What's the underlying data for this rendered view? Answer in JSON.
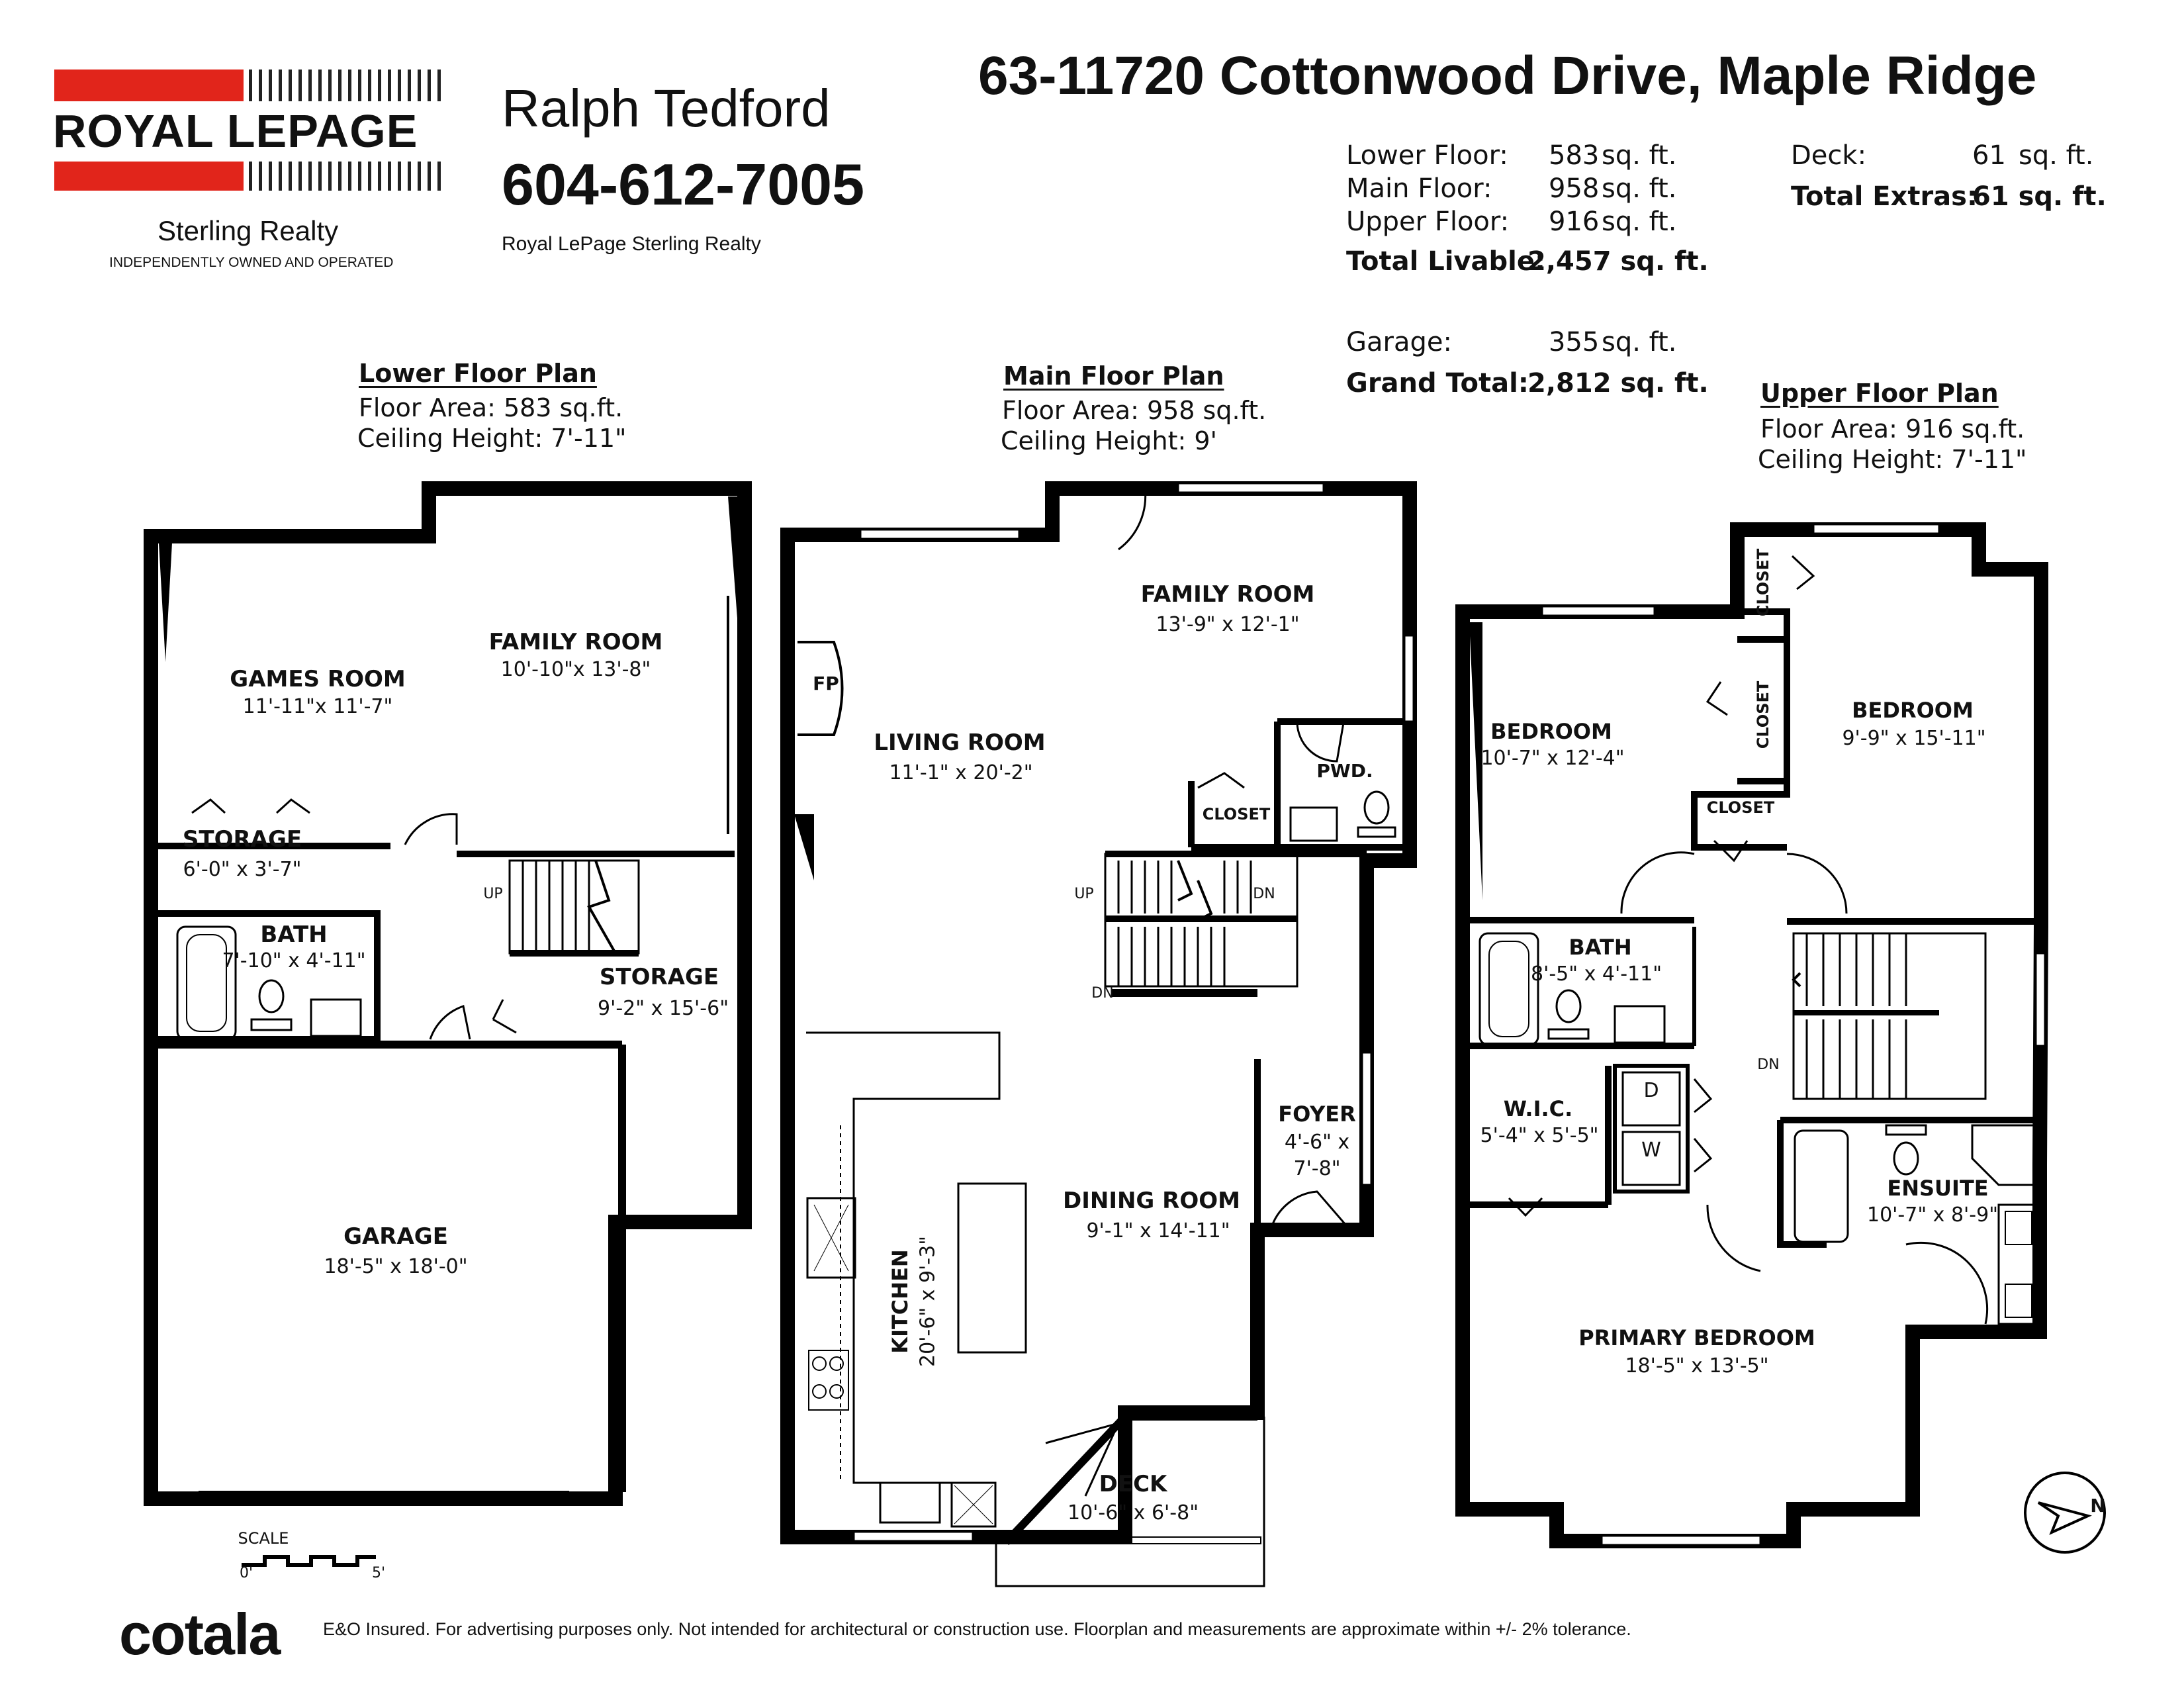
{
  "brand": {
    "logo_text": "ROYAL LEPAGE",
    "office": "Sterling Realty",
    "tagline": "INDEPENDENTLY OWNED AND OPERATED",
    "brand_red": "#e1251b"
  },
  "agent": {
    "name": "Ralph Tedford",
    "phone": "604-612-7005",
    "brokerage": "Royal LePage Sterling Realty"
  },
  "address": "63-11720 Cottonwood Drive, Maple Ridge",
  "areas": {
    "lower": {
      "label": "Lower Floor:",
      "value": "583",
      "unit": "sq. ft."
    },
    "main": {
      "label": "Main Floor:",
      "value": "958",
      "unit": "sq. ft."
    },
    "upper": {
      "label": "Upper Floor:",
      "value": "916",
      "unit": "sq. ft."
    },
    "total_livable": {
      "label": "Total Livable:",
      "value": "2,457 sq. ft."
    },
    "garage": {
      "label": "Garage:",
      "value": "355",
      "unit": "sq. ft."
    },
    "grand_total": {
      "label": "Grand Total:",
      "value": "2,812 sq. ft."
    },
    "deck": {
      "label": "Deck:",
      "value": "61",
      "unit": "sq. ft."
    },
    "total_extras": {
      "label": "Total Extras:",
      "value": "61 sq. ft."
    }
  },
  "floors": {
    "lower": {
      "title": "Lower Floor Plan",
      "floor_area": "Floor Area: 583 sq.ft.",
      "ceiling": "Ceiling Height: 7'-11\"",
      "rooms": {
        "games": {
          "name": "GAMES ROOM",
          "dim": "11'-11\"x 11'-7\""
        },
        "family": {
          "name": "FAMILY ROOM",
          "dim": "10'-10\"x 13'-8\""
        },
        "storage1": {
          "name": "STORAGE",
          "dim": "6'-0\" x 3'-7\""
        },
        "bath": {
          "name": "BATH",
          "dim": "7'-10\" x 4'-11\""
        },
        "storage2": {
          "name": "STORAGE",
          "dim": "9'-2\" x 15'-6\""
        },
        "garage": {
          "name": "GARAGE",
          "dim": "18'-5\" x 18'-0\""
        }
      },
      "up": "UP"
    },
    "main": {
      "title": "Main Floor Plan",
      "floor_area": "Floor Area: 958 sq.ft.",
      "ceiling": "Ceiling Height: 9'",
      "rooms": {
        "family": {
          "name": "FAMILY ROOM",
          "dim": "13'-9\" x 12'-1\""
        },
        "living": {
          "name": "LIVING ROOM",
          "dim": "11'-1\" x 20'-2\""
        },
        "fp": {
          "name": "FP"
        },
        "pwd": {
          "name": "PWD."
        },
        "closet": {
          "name": "CLOSET"
        },
        "foyer": {
          "name": "FOYER",
          "dim1": "4'-6\" x",
          "dim2": "7'-8\""
        },
        "dining": {
          "name": "DINING ROOM",
          "dim": "9'-1\" x 14'-11\""
        },
        "kitchen": {
          "name": "KITCHEN",
          "dim": "20'-6\" x 9'-3\""
        },
        "deck": {
          "name": "DECK",
          "dim": "10'-6\" x 6'-8\""
        }
      },
      "up": "UP",
      "dn": "DN",
      "dn2": "DN"
    },
    "upper": {
      "title": "Upper Floor Plan",
      "floor_area": "Floor Area: 916 sq.ft.",
      "ceiling": "Ceiling Height: 7'-11\"",
      "rooms": {
        "bedroom1": {
          "name": "BEDROOM",
          "dim": "10'-7\" x 12'-4\""
        },
        "bedroom2": {
          "name": "BEDROOM",
          "dim": "9'-9\" x 15'-11\""
        },
        "closet1": {
          "name": "CLOSET"
        },
        "closet2": {
          "name": "CLOSET"
        },
        "closet3": {
          "name": "CLOSET"
        },
        "bath": {
          "name": "BATH",
          "dim": "8'-5\" x 4'-11\""
        },
        "wic": {
          "name": "W.I.C.",
          "dim": "5'-4\" x 5'-5\""
        },
        "ensuite": {
          "name": "ENSUITE",
          "dim": "10'-7\" x 8'-9\""
        },
        "primary": {
          "name": "PRIMARY BEDROOM",
          "dim": "18'-5\" x 13'-5\""
        },
        "dryer": {
          "name": "D"
        },
        "washer": {
          "name": "W"
        }
      },
      "dn": "DN"
    }
  },
  "scale": {
    "label": "SCALE",
    "min": "0'",
    "max": "5'"
  },
  "north": "N",
  "footer": {
    "logo": "cotala",
    "disclaimer": "E&O Insured. For advertising purposes only. Not intended for architectural or construction use. Floorplan and measurements are approximate within +/- 2% tolerance."
  }
}
